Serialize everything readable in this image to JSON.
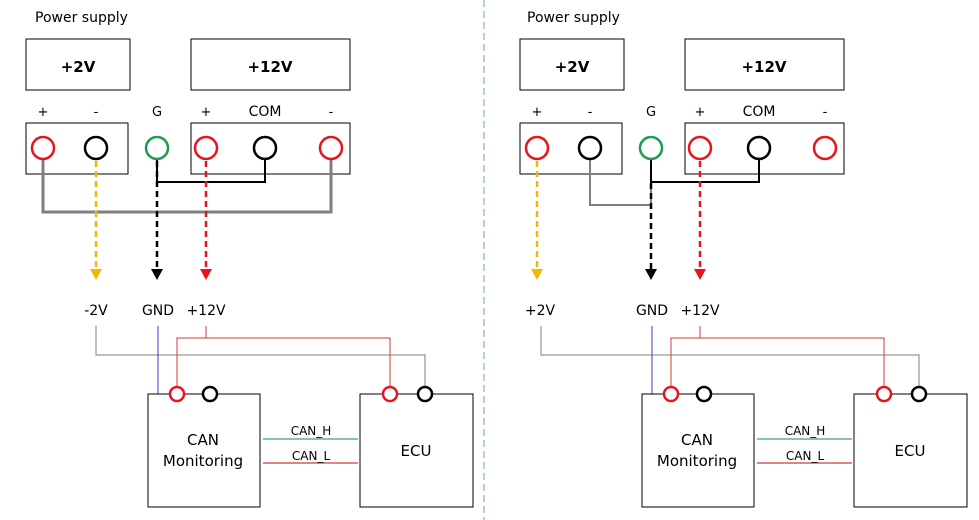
{
  "colors": {
    "red": "#e8141c",
    "black": "#000000",
    "green": "#1e9b50",
    "yellow": "#f2b705",
    "gray": "#7f7f7f",
    "blue": "#3a3ac8",
    "can_high": "#3aa860",
    "can_low": "#d23a3a",
    "divider": "#8fb3d6"
  },
  "panels": [
    {
      "id": "left",
      "power_supply_label": "Power supply",
      "supply_2v_label": "+2V",
      "supply_12v_label": "+12V",
      "terminal_labels": {
        "plus_2v": "+",
        "minus_2v": "-",
        "ground": "G",
        "plus_12v": "+",
        "com": "COM",
        "minus_12v": "-"
      },
      "output_labels": {
        "first": "-2V",
        "gnd": "GND",
        "plus_12v": "+12V"
      },
      "can_monitoring_label": [
        "CAN",
        "Monitoring"
      ],
      "ecu_label": "ECU",
      "can_h_label": "CAN_H",
      "can_l_label": "CAN_L"
    },
    {
      "id": "right",
      "power_supply_label": "Power supply",
      "supply_2v_label": "+2V",
      "supply_12v_label": "+12V",
      "terminal_labels": {
        "plus_2v": "+",
        "minus_2v": "-",
        "ground": "G",
        "plus_12v": "+",
        "com": "COM",
        "minus_12v": "-"
      },
      "output_labels": {
        "first": "+2V",
        "gnd": "GND",
        "plus_12v": "+12V"
      },
      "can_monitoring_label": [
        "CAN",
        "Monitoring"
      ],
      "ecu_label": "ECU",
      "can_h_label": "CAN_H",
      "can_l_label": "CAN_L"
    }
  ]
}
